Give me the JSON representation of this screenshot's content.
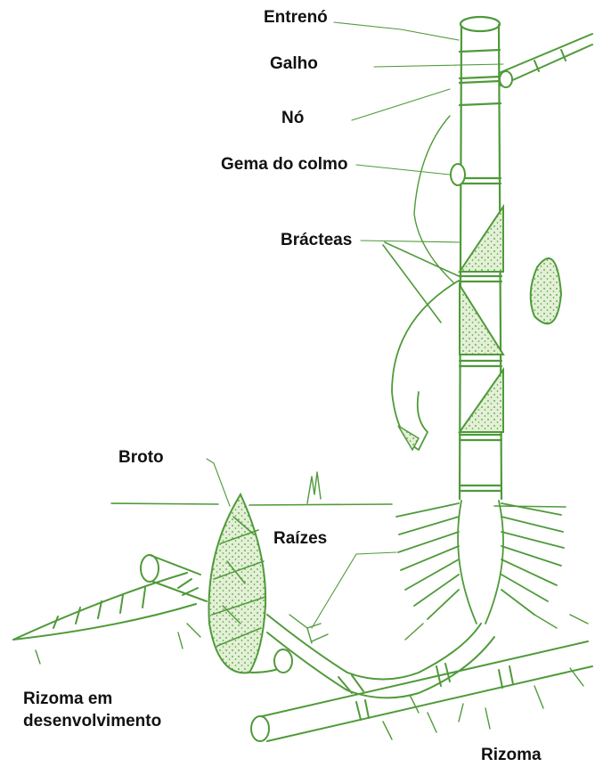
{
  "labels": {
    "entreno": "Entrenó",
    "galho": "Galho",
    "no": "Nó",
    "gema": "Gema do colmo",
    "bracteas": "Brácteas",
    "broto": "Broto",
    "raizes": "Raízes",
    "rizoma_desenv_line1": "Rizoma em",
    "rizoma_desenv_line2": "desenvolvimento",
    "rizoma": "Rizoma"
  },
  "colors": {
    "ink": "#4f9a3a",
    "fill": "#dfeecf",
    "text": "#111111"
  }
}
